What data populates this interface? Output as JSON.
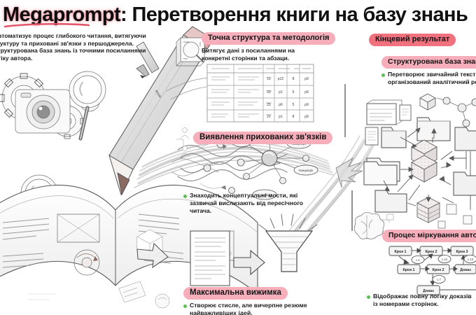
{
  "header": {
    "brand": "Megaprompt",
    "title_rest": ": Перетворення книги на базу знань"
  },
  "intro": {
    "lines": [
      "ент автоматизує процес глибокого читання, витягуючи",
      "о, структуру та приховані зв′язки з першоджерела.",
      "м є структурована база знань із точними посиланнями",
      "та логіку автора."
    ]
  },
  "callouts": {
    "structure": {
      "label": "Точна структура та методологія",
      "lines": [
        "Витягує дані з посиланнями на",
        "конкретні сторінки та абзаци."
      ]
    },
    "result": {
      "label": "Кінцевий результат"
    },
    "knowledge_base": {
      "label": "Структурована база знань",
      "lines": [
        "Перетворює звичайний текст в",
        "організований аналітичний ресурс."
      ]
    },
    "hidden_links": {
      "label": "Виявлення прихованих зв'язків",
      "lines": [
        "Знаходить концептуальні мости, які",
        "зазвичай вислизають від пересічного",
        "читача."
      ]
    },
    "squeeze": {
      "label": "Максимальна вижимка",
      "lines": [
        "Створює стисле, але вичерпне резюме",
        "найважливіших ідей."
      ]
    },
    "reasoning": {
      "label": "Процес міркування автора",
      "lines": [
        "Відображає повну логіку доказів",
        "із номерами сторінок."
      ]
    }
  },
  "table": {
    "rows": [
      [
        "11",
        "p12",
        "8",
        "p9"
      ],
      [
        "22",
        "p1",
        "5",
        "p9"
      ],
      [
        "25",
        "p6",
        "5",
        "p9"
      ],
      [
        "21",
        "p1",
        "8",
        "p9"
      ]
    ]
  },
  "flowchart": {
    "top_nodes": [
      "Крок 1",
      "Крок 2",
      "Крок 3"
    ],
    "mid_nodes": [
      "Крок 1",
      "Крок 2",
      "Доказ"
    ],
    "bottom_node": "Доказ",
    "page_refs": [
      "с.1",
      "с.12",
      "с.13",
      "с.7"
    ]
  },
  "concept_nodes": [
    "Концепція",
    "Концепція",
    "Концепція",
    "Концепція"
  ],
  "colors": {
    "pill_light": "#f6aebb",
    "pill_strong": "#f2717f",
    "bullet_green": "#5cbf54",
    "brand_underline": "#e2556a",
    "text_dark": "#141414",
    "sketch_stroke": "#4a4a4a"
  }
}
